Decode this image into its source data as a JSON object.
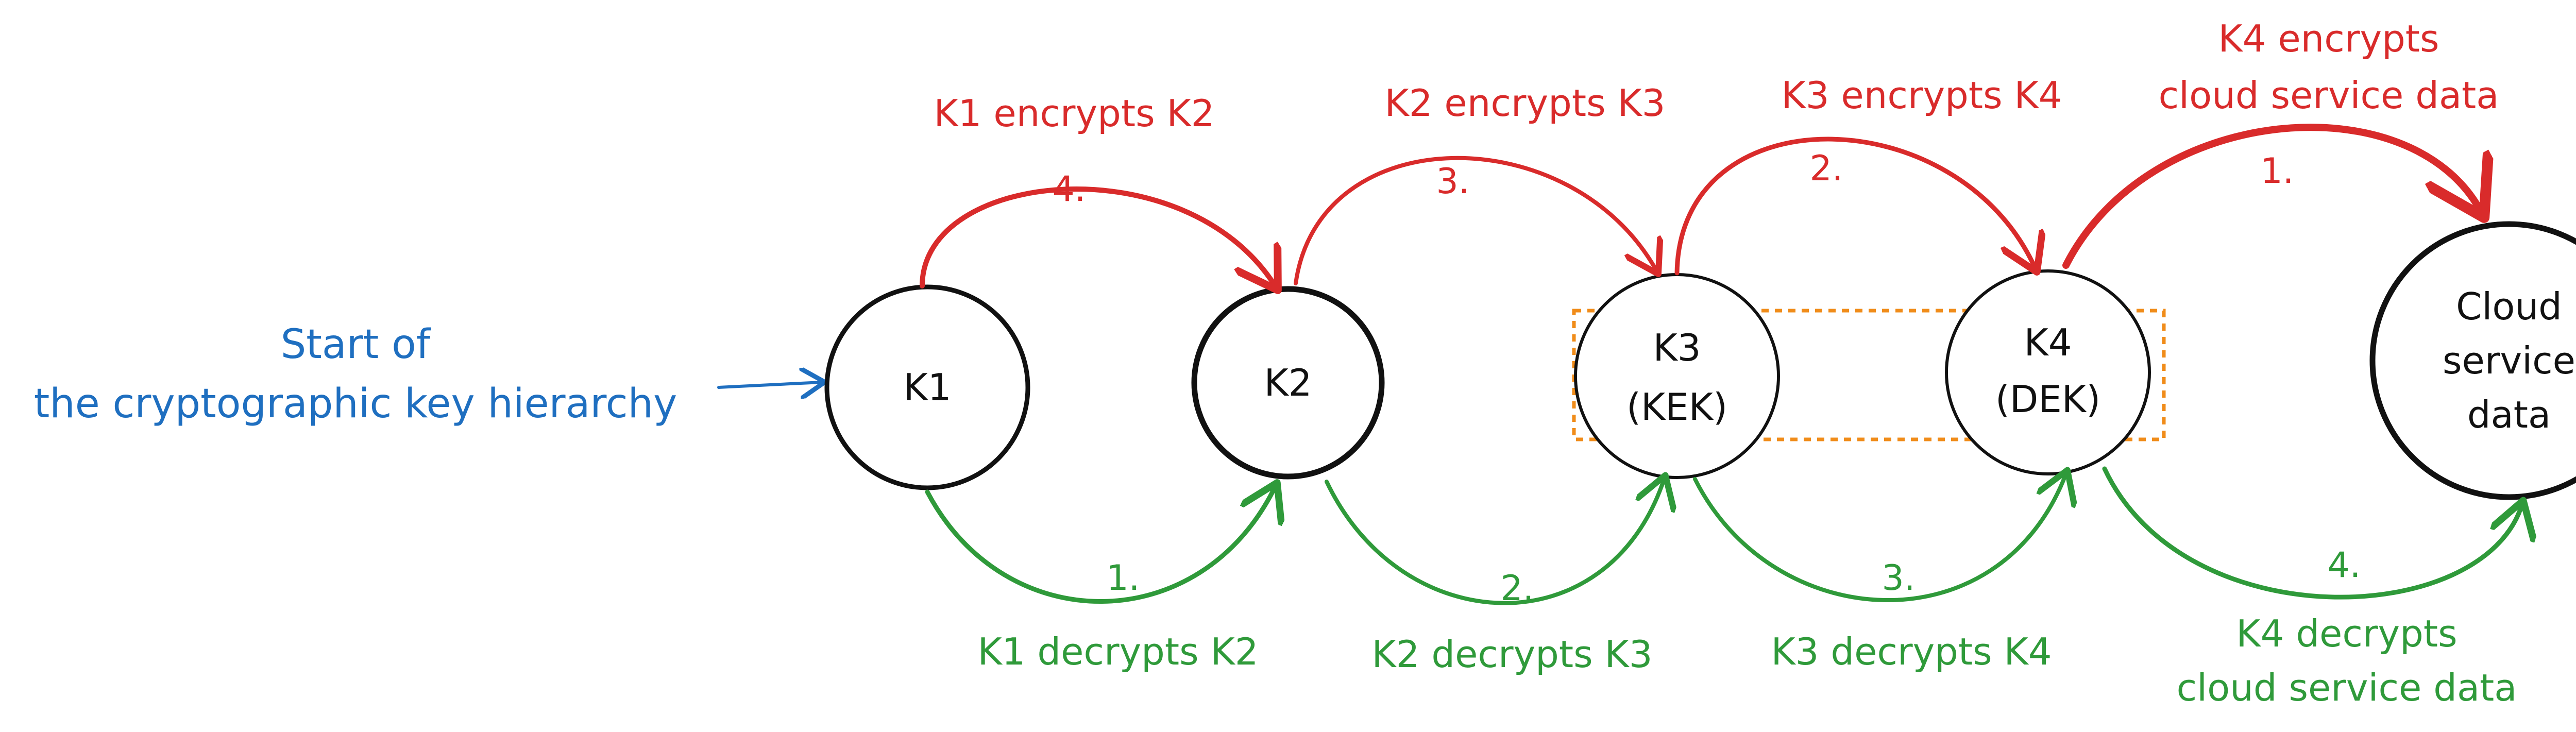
{
  "colors": {
    "encrypt": "#d92b2b",
    "decrypt": "#2f9a3a",
    "start": "#1f6fc0",
    "group_box": "#f08c1a",
    "node_stroke": "#111111"
  },
  "start": {
    "line1": "Start of",
    "line2": "the cryptographic key hierarchy"
  },
  "nodes": [
    {
      "id": "k1",
      "line1": "K1",
      "line2": ""
    },
    {
      "id": "k2",
      "line1": "K2",
      "line2": ""
    },
    {
      "id": "k3",
      "line1": "K3",
      "line2": "(KEK)"
    },
    {
      "id": "k4",
      "line1": "K4",
      "line2": "(DEK)"
    },
    {
      "id": "cloud",
      "line1": "Cloud",
      "line2": "service",
      "line3": "data"
    }
  ],
  "encrypt": [
    {
      "step": "4.",
      "label1": "K1 encrypts K2",
      "label2": ""
    },
    {
      "step": "3.",
      "label1": "K2 encrypts K3",
      "label2": ""
    },
    {
      "step": "2.",
      "label1": "K3 encrypts K4",
      "label2": ""
    },
    {
      "step": "1.",
      "label1": "K4 encrypts",
      "label2": "cloud service data"
    }
  ],
  "decrypt": [
    {
      "step": "1.",
      "label1": "K1 decrypts K2",
      "label2": ""
    },
    {
      "step": "2.",
      "label1": "K2 decrypts K3",
      "label2": ""
    },
    {
      "step": "3.",
      "label1": "K3 decrypts K4",
      "label2": ""
    },
    {
      "step": "4.",
      "label1": "K4 decrypts",
      "label2": "cloud service data"
    }
  ]
}
